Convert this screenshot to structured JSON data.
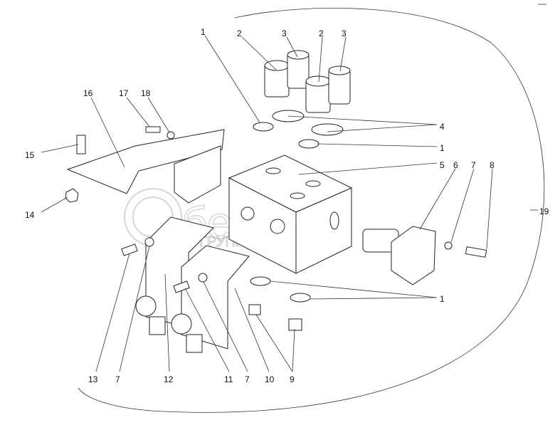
{
  "watermark": {
    "brand": "белагро",
    "tagline": "ГРУППА КОМПАНИЙ"
  },
  "corner_mark": "—",
  "labels": [
    "1",
    "2",
    "3",
    "2",
    "3",
    "4",
    "1",
    "5",
    "6",
    "7",
    "8",
    "19",
    "16",
    "17",
    "18",
    "15",
    "14",
    "1",
    "13",
    "7",
    "12",
    "11",
    "7",
    "10",
    "9"
  ]
}
